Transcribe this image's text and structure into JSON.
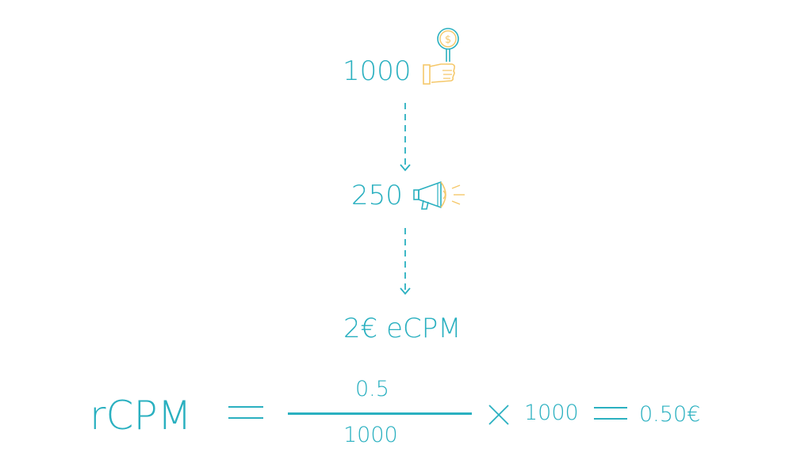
{
  "steps": {
    "requests": "1000",
    "impressions": "250",
    "ecpm": "2€ eCPM"
  },
  "formula": {
    "lhs": "rCPM",
    "numerator": "0.5",
    "denominator": "1000",
    "multiplier": "1000",
    "result": "0.50€"
  },
  "icons": {
    "requests": "hand-holding-coin-sign-icon",
    "impressions": "megaphone-icon",
    "arrow": "dashed-down-arrow-icon"
  },
  "colors": {
    "primary": "#2ab0c0",
    "accent": "#f5c86a"
  }
}
